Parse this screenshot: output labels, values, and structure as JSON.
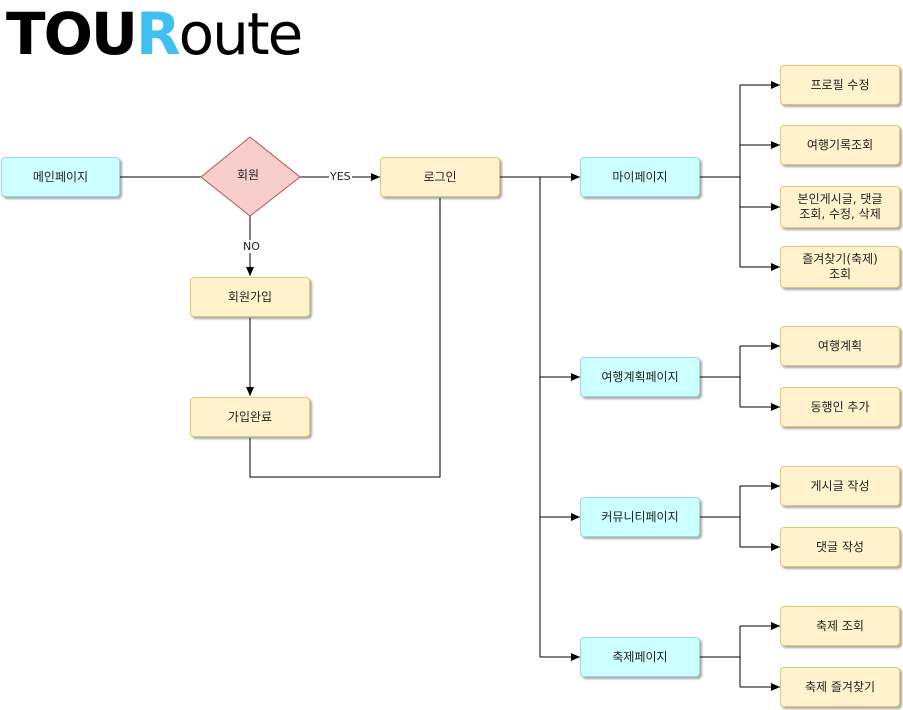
{
  "logo": {
    "part1": "TOU",
    "part2": "R",
    "part3": "oute",
    "colors": {
      "dark": "#000000",
      "accent": "#3fc0f0"
    }
  },
  "nodes": {
    "main": "메인페이지",
    "member": "회원",
    "login": "로그인",
    "signup": "회원가입",
    "signup_done": "가입완료",
    "mypage": "마이페이지",
    "travel_plan_page": "여행계획페이지",
    "community_page": "커뮤니티페이지",
    "festival_page": "축제페이지",
    "profile_edit": "프로필 수정",
    "travel_record": "여행기록조회",
    "my_posts_line1": "본인게시글, 댓글",
    "my_posts_line2": "조회, 수정, 삭제",
    "favorites_line1": "즐겨찾기(축제)",
    "favorites_line2": "조회",
    "travel_plan": "여행계획",
    "add_companion": "동행인 추가",
    "write_post": "게시글 작성",
    "write_comment": "댓글 작성",
    "festival_view": "축제 조회",
    "festival_favorite": "축제 즐겨찾기"
  },
  "edges": {
    "yes": "YES",
    "no": "NO"
  },
  "colors": {
    "cyan_fill": "#ccffff",
    "yellow_fill": "#fff2cc",
    "diamond_fill": "#f8cecc",
    "diamond_stroke": "#b85450"
  }
}
